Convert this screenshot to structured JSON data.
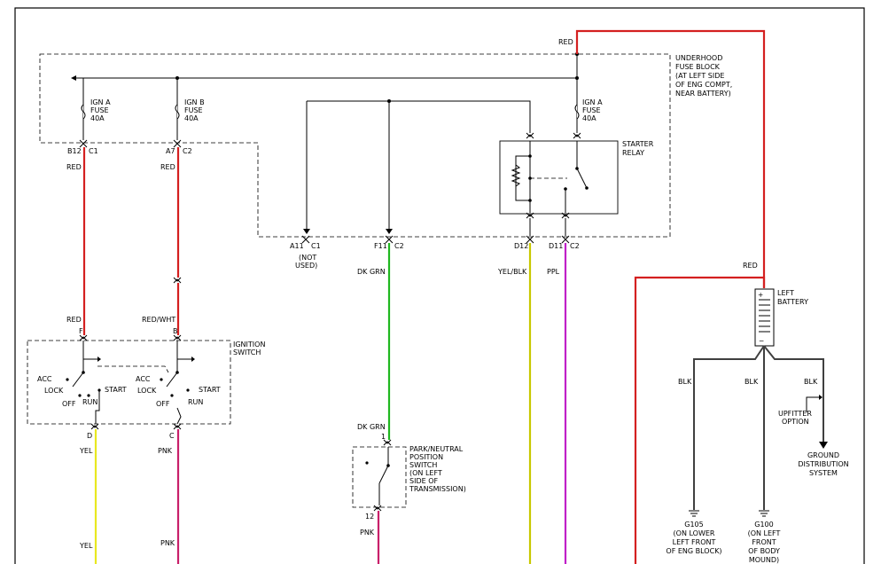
{
  "colors": {
    "red": "#d42020",
    "yellow": "#e8e820",
    "pink": "#c8206a",
    "green": "#20b820",
    "yel_blk": "#c8c800",
    "purple": "#c020c8",
    "black": "#000000",
    "gray": "#404040"
  },
  "blocks": {
    "underhood": [
      "UNDERHOOD",
      "FUSE BLOCK",
      "(AT LEFT SIDE",
      "OF ENG COMPT,",
      "NEAR BATTERY)"
    ],
    "starter_relay": [
      "STARTER",
      "RELAY"
    ],
    "ignition_switch": [
      "IGNITION",
      "SWITCH"
    ],
    "pnp_switch": [
      "PARK/NEUTRAL",
      "POSITION",
      "SWITCH",
      "(ON LEFT",
      "SIDE OF",
      "TRANSMISSION)"
    ],
    "battery": [
      "LEFT",
      "BATTERY"
    ],
    "ground_dist": [
      "GROUND",
      "DISTRIBUTION",
      "SYSTEM"
    ],
    "upfitter": [
      "UPFITTER",
      "OPTION"
    ],
    "g105": [
      "G105",
      "(ON LOWER",
      "LEFT FRONT",
      "OF ENG BLOCK)"
    ],
    "g100": [
      "G100",
      "(ON LEFT",
      "FRONT",
      "OF BODY",
      "MOUND)"
    ]
  },
  "fuses": {
    "igna1": [
      "IGN A",
      "FUSE",
      "40A"
    ],
    "ignb": [
      "IGN B",
      "FUSE",
      "40A"
    ],
    "igna2": [
      "IGN A",
      "FUSE",
      "40A"
    ]
  },
  "connectors": {
    "b12": "B12",
    "c1a": "C1",
    "a7": "A7",
    "c2a": "C2",
    "a11": "A11",
    "c1b": "C1",
    "f11": "F11",
    "c2b": "C2",
    "d12": "D12",
    "d11": "D11",
    "c2c": "C2",
    "f": "F",
    "b": "B",
    "d": "D",
    "c": "C",
    "p1": "1",
    "p12": "12"
  },
  "not_used": [
    "(NOT",
    "USED)"
  ],
  "wires": {
    "red_top": "RED",
    "red1": "RED",
    "red2": "RED",
    "red3": "RED",
    "red_wht": "RED/WHT",
    "red_batt": "RED",
    "dk_grn1": "DK GRN",
    "dk_grn2": "DK GRN",
    "yel_blk": "YEL/BLK",
    "ppl": "PPL",
    "yel1": "YEL",
    "yel2": "YEL",
    "pnk1": "PNK",
    "pnk2": "PNK",
    "pnk3": "PNK",
    "blk1": "BLK",
    "blk2": "BLK",
    "blk3": "BLK"
  },
  "switch_labels": {
    "acc1": "ACC",
    "lock1": "LOCK",
    "off1": "OFF",
    "run1": "RUN",
    "start1": "START",
    "acc2": "ACC",
    "lock2": "LOCK",
    "off2": "OFF",
    "run2": "RUN",
    "start2": "START"
  }
}
